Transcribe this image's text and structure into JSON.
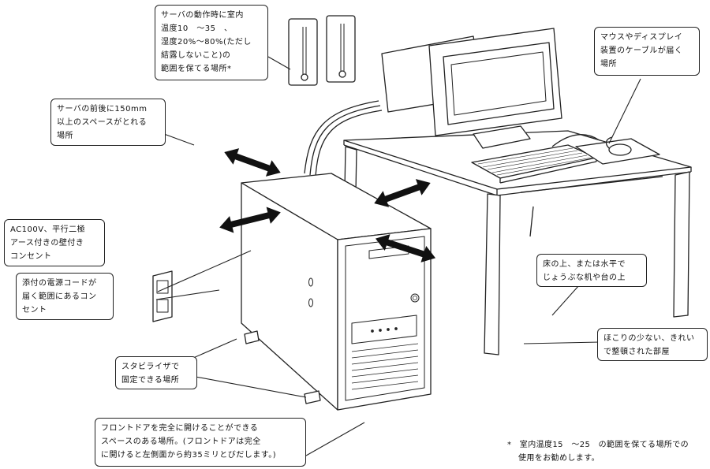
{
  "callouts": {
    "temperature": {
      "lines": [
        "サーバの動作時に室内",
        "温度10　～35　、",
        "湿度20%～80%(ただし",
        "結露しないこと)の",
        "範囲を保てる場所*"
      ]
    },
    "space": {
      "lines": [
        "サーバの前後に150mm",
        "以上のスペースがとれる",
        "場所"
      ]
    },
    "cable": {
      "lines": [
        "マウスやディスプレイ",
        "装置のケーブルが届く",
        "場所"
      ]
    },
    "outlet": {
      "lines": [
        "AC100V、平行二極",
        "アース付きの壁付き",
        "コンセント"
      ]
    },
    "cord": {
      "lines": [
        "添付の電源コードが",
        "届く範囲にあるコン",
        "セント"
      ]
    },
    "floor": {
      "lines": [
        "床の上、または水平で",
        "じょうぶな机や台の上"
      ]
    },
    "room": {
      "lines": [
        "ほこりの少ない、きれい",
        "で整頓された部屋"
      ]
    },
    "stabilizer": {
      "lines": [
        "スタビライザで",
        "固定できる場所"
      ]
    },
    "frontdoor": {
      "lines": [
        "フロントドアを完全に開けることができる",
        "スペースのある場所。(フロントドアは完全",
        "に開けると左側面から約35ミリとびだします。)"
      ]
    }
  },
  "footnote": {
    "line1": "*　室内温度15　～25　の範囲を保てる場所での",
    "line2": "使用をお勧めします。"
  }
}
